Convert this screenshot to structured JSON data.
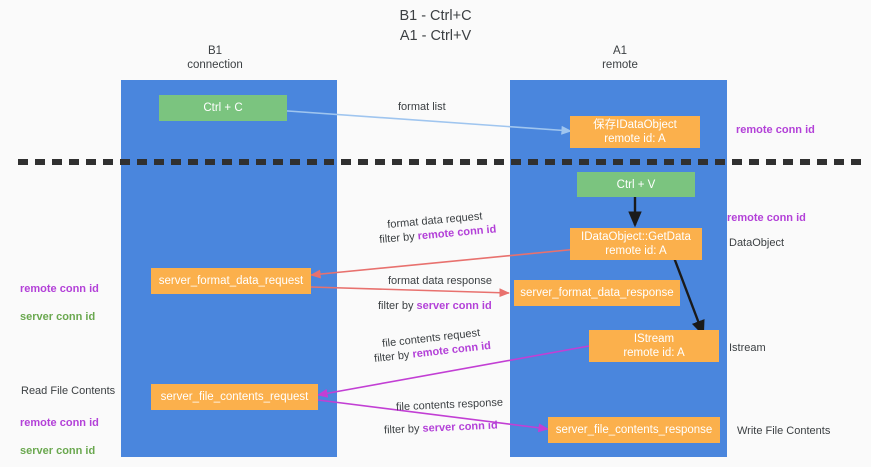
{
  "diagram": {
    "title": "B1 - Ctrl+C\nA1 - Ctrl+V",
    "columns": [
      {
        "id": "b1",
        "label": "B1\nconnection"
      },
      {
        "id": "a1",
        "label": "A1\nremote"
      }
    ],
    "nodes": [
      {
        "id": "ctrl-c",
        "lane": "b1",
        "kind": "green",
        "label": "Ctrl + C"
      },
      {
        "id": "save-idataobject",
        "lane": "a1",
        "kind": "orange",
        "label": "保存IDataObject\nremote id: A"
      },
      {
        "id": "ctrl-v",
        "lane": "a1",
        "kind": "green",
        "label": "Ctrl + V"
      },
      {
        "id": "idataobject-getdata",
        "lane": "a1",
        "kind": "orange",
        "label": "IDataObject::GetData\nremote id: A"
      },
      {
        "id": "server-format-data-request",
        "lane": "b1",
        "kind": "orange",
        "label": "server_format_data_request"
      },
      {
        "id": "server-format-data-response",
        "lane": "a1",
        "kind": "orange",
        "label": "server_format_data_response"
      },
      {
        "id": "istream",
        "lane": "a1",
        "kind": "orange",
        "label": "IStream\nremote id: A"
      },
      {
        "id": "server-file-contents-request",
        "lane": "b1",
        "kind": "orange",
        "label": "server_file_contents_request"
      },
      {
        "id": "server-file-contents-response",
        "lane": "a1",
        "kind": "orange",
        "label": "server_file_contents_response"
      }
    ],
    "edge_labels": {
      "format_list": "format list",
      "format_data_request": "format data request",
      "format_data_request_filter_prefix": "filter by ",
      "format_data_request_filter_key": "remote conn id",
      "format_data_response": "format data response",
      "format_data_response_filter_prefix": "filter by ",
      "format_data_response_filter_key": "server conn id",
      "file_contents_request": "file contents request",
      "file_contents_request_filter_prefix": "filter by ",
      "file_contents_request_filter_key": "remote conn id",
      "file_contents_response": "file contents response",
      "file_contents_response_filter_prefix": "filter by ",
      "file_contents_response_filter_key": "server conn id"
    },
    "left_annotations": [
      {
        "id": "left-ids-format",
        "lines": [
          "remote conn id",
          "server conn id"
        ],
        "colors": [
          "purple",
          "green"
        ]
      },
      {
        "id": "read-file-contents",
        "lines": [
          "Read File Contents"
        ],
        "colors": [
          "plain"
        ]
      },
      {
        "id": "left-ids-file",
        "lines": [
          "remote conn id",
          "server conn id"
        ],
        "colors": [
          "purple",
          "green"
        ]
      }
    ],
    "right_annotations": [
      {
        "id": "right-remote-conn-id-top",
        "text": "remote conn id",
        "color": "purple"
      },
      {
        "id": "right-remote-conn-id-bottom",
        "text": "remote conn id",
        "color": "purple"
      },
      {
        "id": "right-dataobject",
        "text": "DataObject",
        "color": "plain"
      },
      {
        "id": "right-istream",
        "text": "Istream",
        "color": "plain"
      },
      {
        "id": "right-write-file-contents",
        "text": "Write File Contents",
        "color": "plain"
      }
    ],
    "colors": {
      "lane": "#4a86dd",
      "green_box": "#7bc47f",
      "orange_box": "#fbb04c",
      "purple_key": "#b341d8",
      "green_key": "#6aa84f",
      "format_list_arrow": "#9fc5ef",
      "format_data_arrow": "#e8716e",
      "file_contents_arrow": "#c23fd4",
      "black_arrow": "#1a1a1a",
      "divider": "#303030",
      "background": "#fafafa"
    },
    "divider": {
      "style": "dashed",
      "label": ""
    }
  }
}
